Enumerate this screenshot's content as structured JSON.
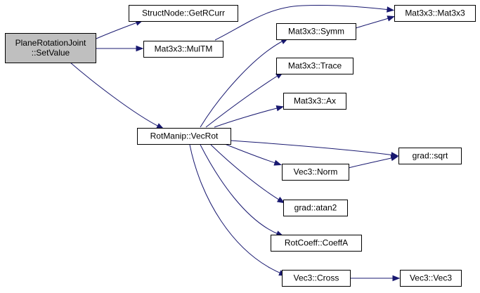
{
  "graph": {
    "edge_color": "#191970",
    "root_fill": "#bfbfbf",
    "nodes": [
      {
        "id": "setvalue",
        "lines": [
          "PlaneRotationJoint",
          "::SetValue"
        ],
        "root": true
      },
      {
        "id": "getrcurr",
        "lines": [
          "StructNode::GetRCurr"
        ]
      },
      {
        "id": "multm",
        "lines": [
          "Mat3x3::MulTM"
        ]
      },
      {
        "id": "mat3x3",
        "lines": [
          "Mat3x3::Mat3x3"
        ]
      },
      {
        "id": "symm",
        "lines": [
          "Mat3x3::Symm"
        ]
      },
      {
        "id": "trace",
        "lines": [
          "Mat3x3::Trace"
        ]
      },
      {
        "id": "ax",
        "lines": [
          "Mat3x3::Ax"
        ]
      },
      {
        "id": "vecrot",
        "lines": [
          "RotManip::VecRot"
        ]
      },
      {
        "id": "sqrt",
        "lines": [
          "grad::sqrt"
        ]
      },
      {
        "id": "norm",
        "lines": [
          "Vec3::Norm"
        ]
      },
      {
        "id": "atan2",
        "lines": [
          "grad::atan2"
        ]
      },
      {
        "id": "coeffa",
        "lines": [
          "RotCoeff::CoeffA"
        ]
      },
      {
        "id": "cross",
        "lines": [
          "Vec3::Cross"
        ]
      },
      {
        "id": "vec3",
        "lines": [
          "Vec3::Vec3"
        ]
      }
    ],
    "edges": [
      {
        "from": "setvalue",
        "to": "getrcurr"
      },
      {
        "from": "setvalue",
        "to": "multm"
      },
      {
        "from": "setvalue",
        "to": "vecrot"
      },
      {
        "from": "multm",
        "to": "mat3x3"
      },
      {
        "from": "symm",
        "to": "mat3x3"
      },
      {
        "from": "vecrot",
        "to": "symm"
      },
      {
        "from": "vecrot",
        "to": "trace"
      },
      {
        "from": "vecrot",
        "to": "ax"
      },
      {
        "from": "vecrot",
        "to": "sqrt"
      },
      {
        "from": "vecrot",
        "to": "norm"
      },
      {
        "from": "vecrot",
        "to": "atan2"
      },
      {
        "from": "vecrot",
        "to": "coeffa"
      },
      {
        "from": "vecrot",
        "to": "cross"
      },
      {
        "from": "norm",
        "to": "sqrt"
      },
      {
        "from": "cross",
        "to": "vec3"
      }
    ]
  }
}
